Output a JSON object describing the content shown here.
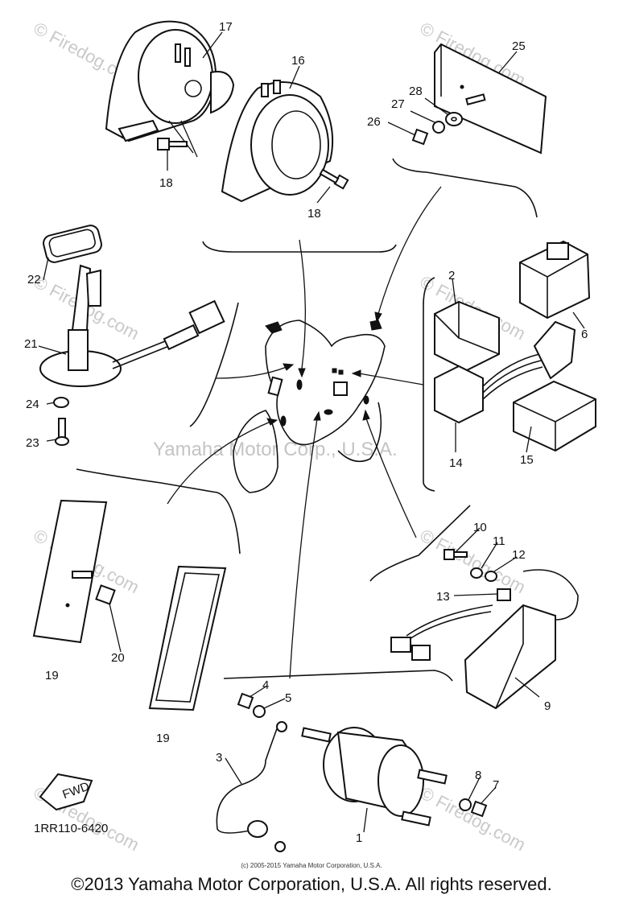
{
  "diagram": {
    "part_code": "1RR110-6420",
    "fwd_label": "FWD",
    "center_watermark": "Yamaha Motor Corp., U.S.A.",
    "watermark_text": "© Firedog.com",
    "callouts": [
      {
        "id": "c1",
        "text": "1"
      },
      {
        "id": "c2",
        "text": "2"
      },
      {
        "id": "c3",
        "text": "3"
      },
      {
        "id": "c4",
        "text": "4"
      },
      {
        "id": "c5",
        "text": "5"
      },
      {
        "id": "c6",
        "text": "6"
      },
      {
        "id": "c7",
        "text": "7"
      },
      {
        "id": "c8",
        "text": "8"
      },
      {
        "id": "c9",
        "text": "9"
      },
      {
        "id": "c10",
        "text": "10"
      },
      {
        "id": "c11",
        "text": "11"
      },
      {
        "id": "c12",
        "text": "12"
      },
      {
        "id": "c13",
        "text": "13"
      },
      {
        "id": "c14",
        "text": "14"
      },
      {
        "id": "c15",
        "text": "15"
      },
      {
        "id": "c16",
        "text": "16"
      },
      {
        "id": "c17",
        "text": "17"
      },
      {
        "id": "c18a",
        "text": "18"
      },
      {
        "id": "c18b",
        "text": "18"
      },
      {
        "id": "c19a",
        "text": "19"
      },
      {
        "id": "c19b",
        "text": "19"
      },
      {
        "id": "c20",
        "text": "20"
      },
      {
        "id": "c21",
        "text": "21"
      },
      {
        "id": "c22",
        "text": "22"
      },
      {
        "id": "c23",
        "text": "23"
      },
      {
        "id": "c24",
        "text": "24"
      },
      {
        "id": "c25",
        "text": "25"
      },
      {
        "id": "c26",
        "text": "26"
      },
      {
        "id": "c27",
        "text": "27"
      },
      {
        "id": "c28",
        "text": "28"
      }
    ]
  },
  "sub_credit": "(c) 2005-2015 Yamaha Motor Corporation, U.S.A.",
  "footer": "©2013 Yamaha Motor Corporation, U.S.A. All rights reserved."
}
